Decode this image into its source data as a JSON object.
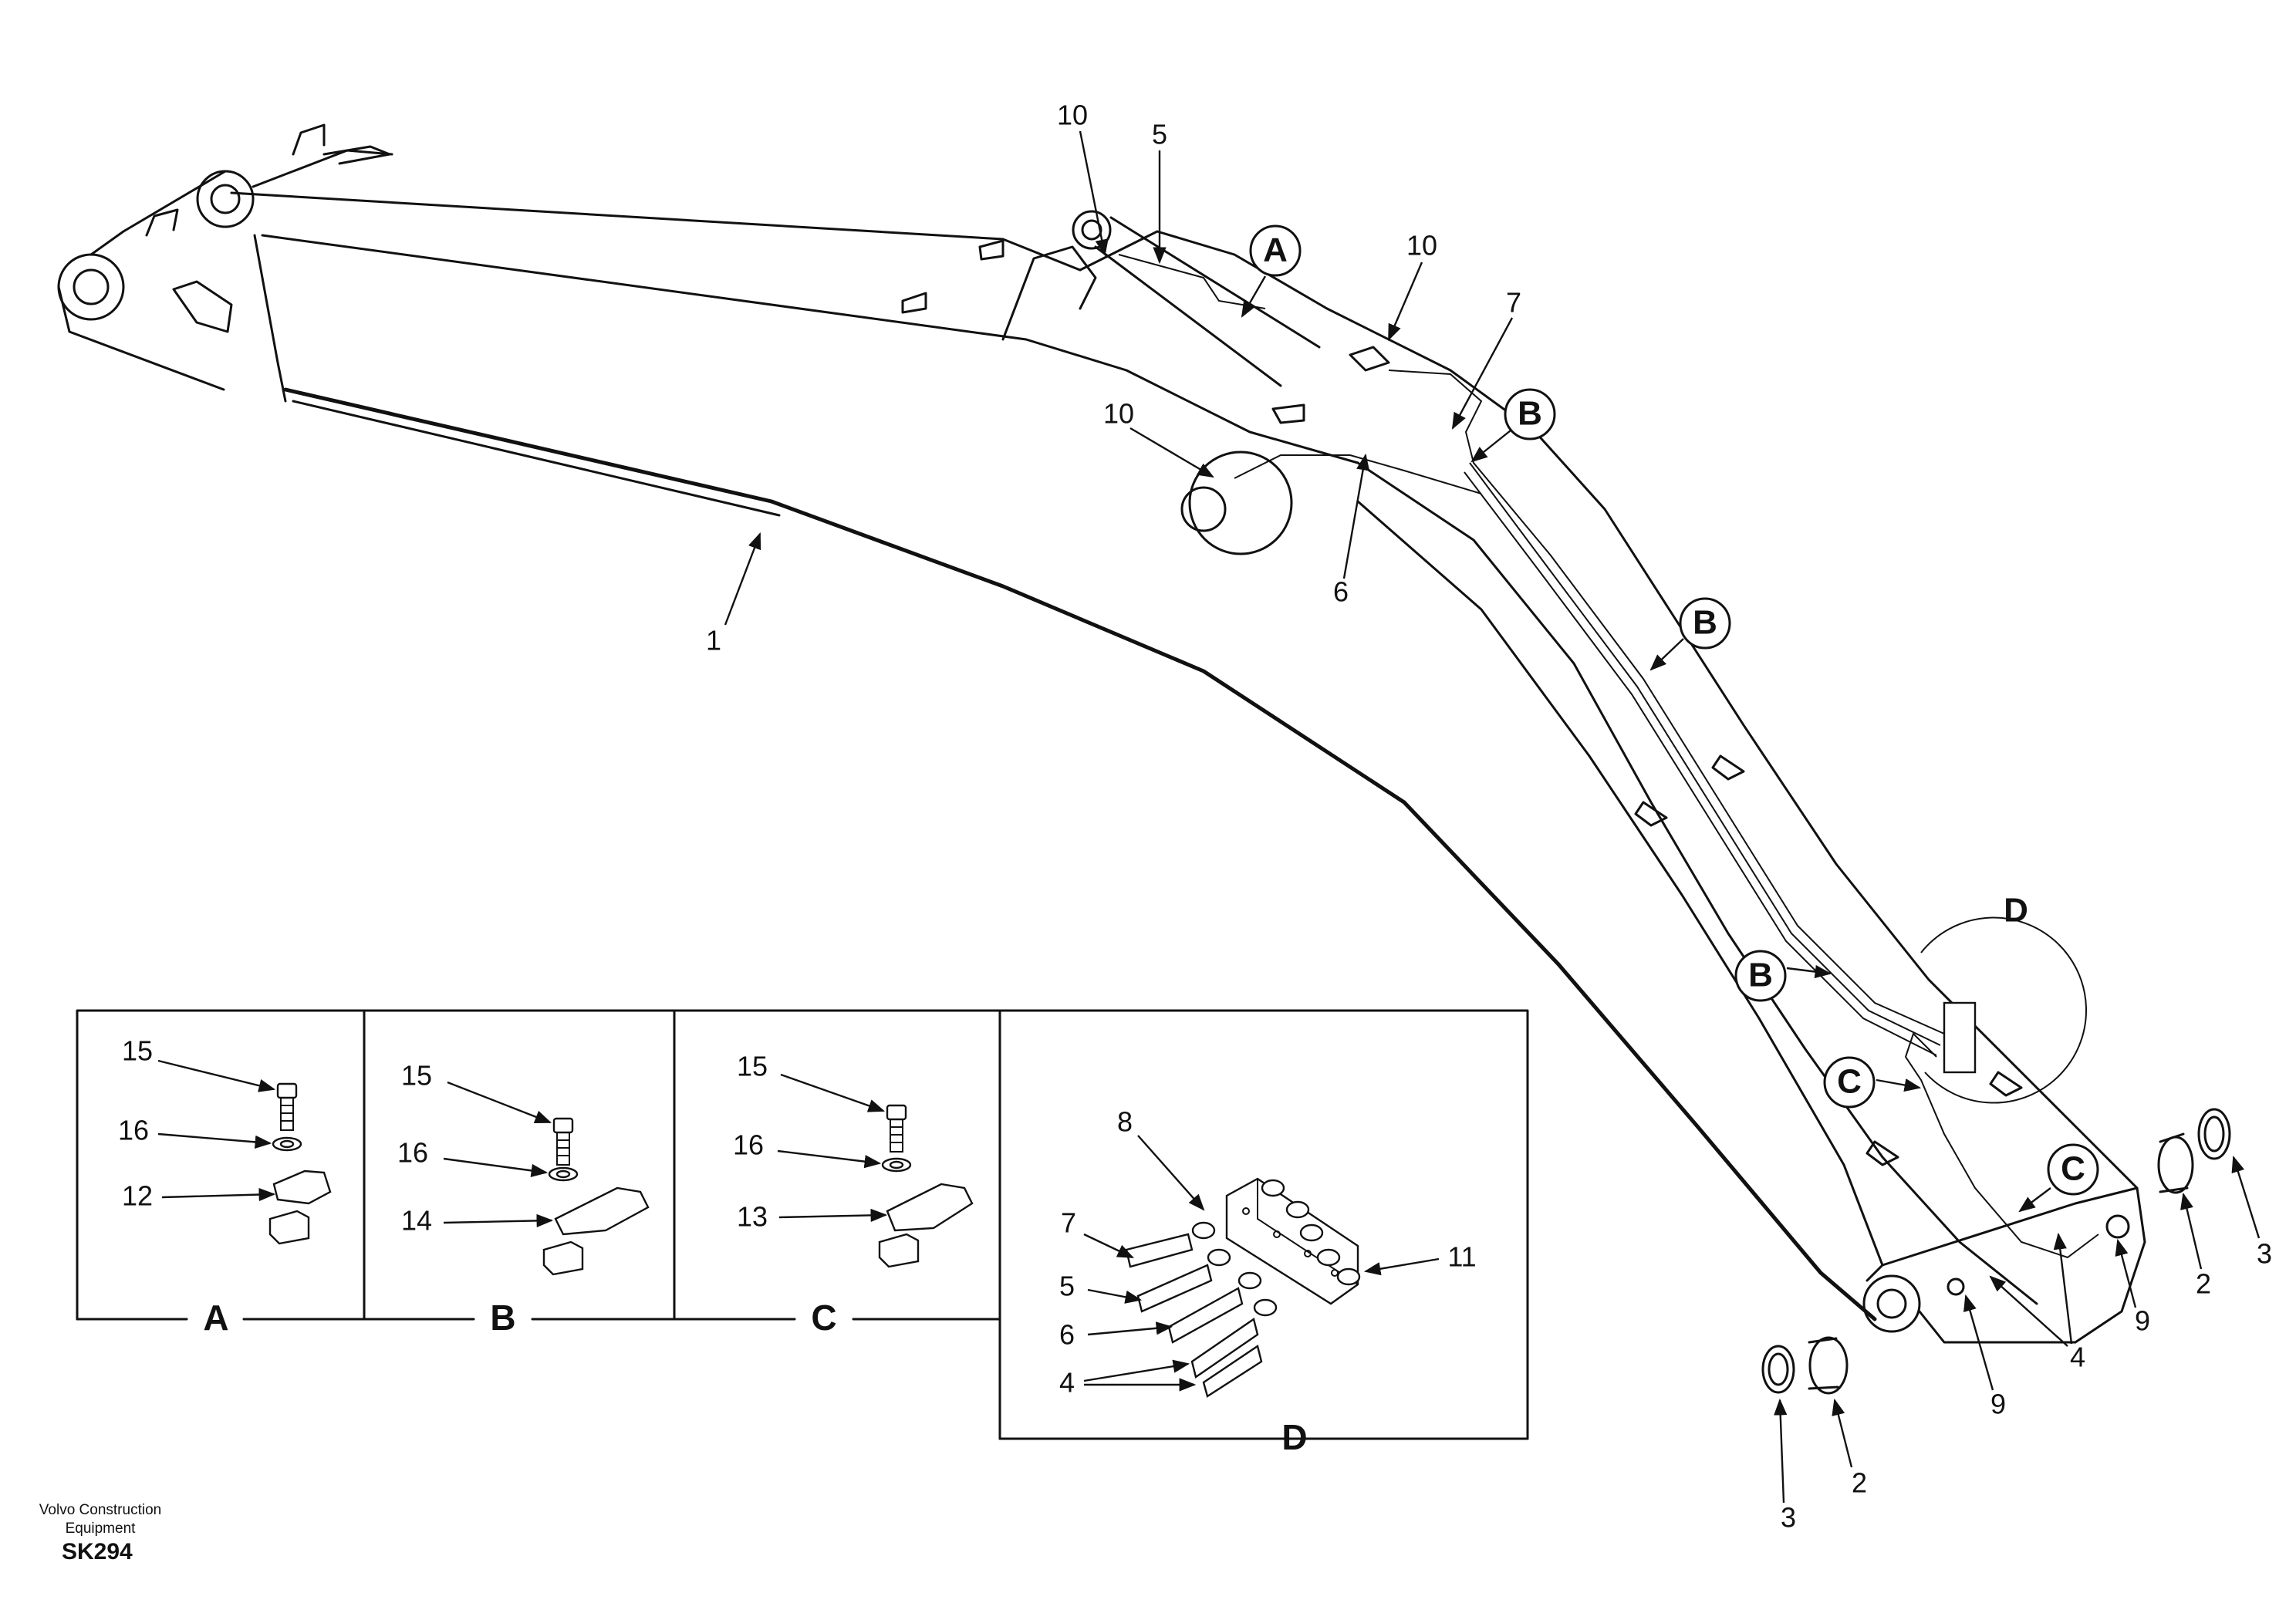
{
  "callouts": {
    "c1": "1",
    "c2a": "2",
    "c2b": "2",
    "c3a": "3",
    "c3b": "3",
    "c4a": "4",
    "c4b": "4",
    "c5a": "5",
    "c5b": "5",
    "c6a": "6",
    "c6b": "6",
    "c7a": "7",
    "c7b": "7",
    "c8": "8",
    "c9a": "9",
    "c9b": "9",
    "c10a": "10",
    "c10b": "10",
    "c10c": "10",
    "c11": "11",
    "c12": "12",
    "c13": "13",
    "c14": "14",
    "c15a": "15",
    "c15b": "15",
    "c15c": "15",
    "c16a": "16",
    "c16b": "16",
    "c16c": "16"
  },
  "view_markers": {
    "a": "A",
    "b1": "B",
    "b2": "B",
    "b3": "B",
    "c1": "C",
    "c2": "C",
    "d": "D"
  },
  "insets": {
    "a": "A",
    "b": "B",
    "c": "C",
    "d": "D"
  },
  "footer": {
    "maker": "Volvo Construction Equipment",
    "code": "SK294"
  }
}
